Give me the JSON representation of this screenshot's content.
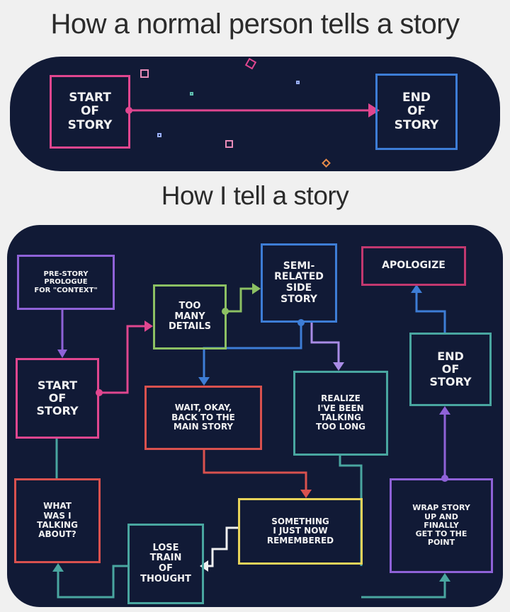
{
  "top": {
    "heading": "How a normal person tells a story",
    "start_box": "START\nOF\nSTORY",
    "end_box": "END\nOF\nSTORY"
  },
  "bottom": {
    "heading": "How I tell a story",
    "boxes": {
      "prologue": "PRE-STORY\nPROLOGUE\nFOR \"CONTEXT\"",
      "start": "START\nOF\nSTORY",
      "too_many_details": "TOO\nMANY\nDETAILS",
      "semi_related": "SEMI-\nRELATED\nSIDE\nSTORY",
      "apologize": "APOLOGIZE",
      "end": "END\nOF\nSTORY",
      "wait_okay": "WAIT, OKAY,\nBACK TO THE\nMAIN STORY",
      "realize": "REALIZE\nI'VE BEEN\nTALKING\nTOO LONG",
      "what_was": "WHAT\nWAS I\nTALKING\nABOUT?",
      "lose_train": "LOSE\nTRAIN\nOF\nTHOUGHT",
      "something": "SOMETHING\nI JUST NOW\nREMEMBERED",
      "wrap_up": "WRAP STORY\nUP AND\nFINALLY\nGET TO THE\nPOINT"
    }
  },
  "colors": {
    "background": "#f0f0f0",
    "panel": "#111a36",
    "pink": "#e0468f",
    "blue": "#3d7dd6",
    "purple": "#8f62d8",
    "red": "#d9514e",
    "green": "#8cc063",
    "teal": "#49a6a0",
    "orange": "#dd7a3c",
    "yellow": "#e7d35a",
    "lavender": "#a98ce6"
  }
}
